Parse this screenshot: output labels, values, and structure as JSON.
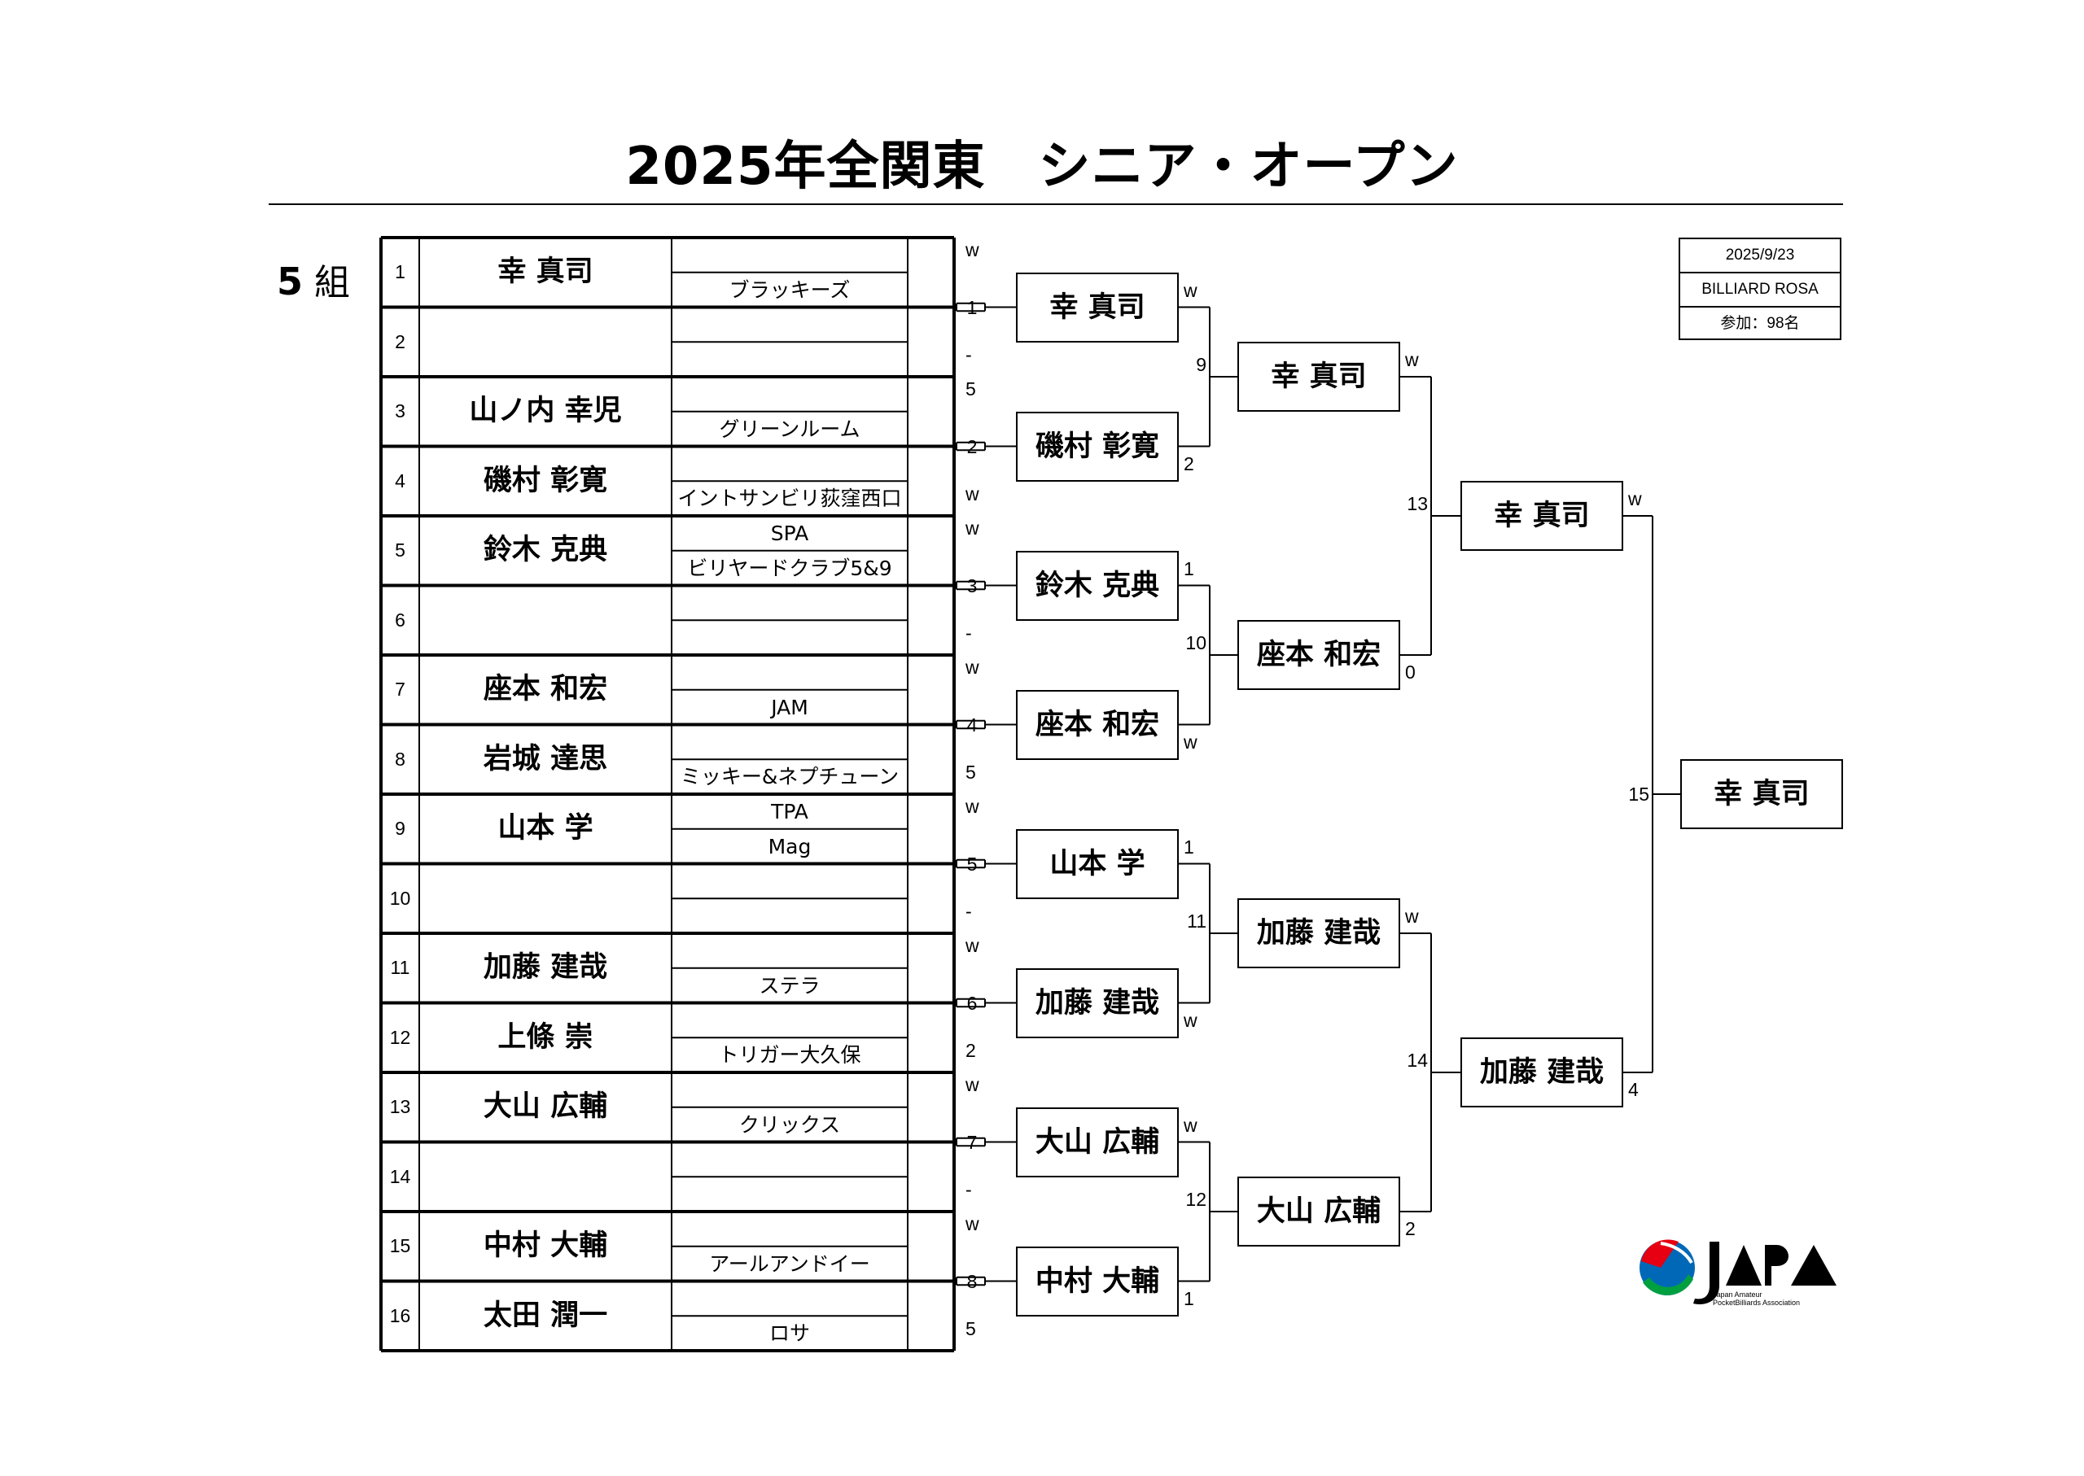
{
  "title": "2025年全関東　シニア・オープン",
  "group": {
    "number": "5",
    "label": "組"
  },
  "info": {
    "date": "2025/9/23",
    "venue": "BILLIARD ROSA",
    "participants": "参加：98名"
  },
  "entries": [
    {
      "seed": "1",
      "name": "幸 真司",
      "team1": "",
      "team2": "ブラッキーズ",
      "score": "w"
    },
    {
      "seed": "2",
      "name": "",
      "team1": "",
      "team2": "",
      "score": "-"
    },
    {
      "seed": "3",
      "name": "山ノ内 幸児",
      "team1": "",
      "team2": "グリーンルーム",
      "score": "5"
    },
    {
      "seed": "4",
      "name": "磯村 彰寛",
      "team1": "",
      "team2": "イントサンビリ荻窪西口",
      "score": "w"
    },
    {
      "seed": "5",
      "name": "鈴木 克典",
      "team1": "SPA",
      "team2": "ビリヤードクラブ5&9",
      "score": "w"
    },
    {
      "seed": "6",
      "name": "",
      "team1": "",
      "team2": "",
      "score": "-"
    },
    {
      "seed": "7",
      "name": "座本 和宏",
      "team1": "",
      "team2": "JAM",
      "score": "w"
    },
    {
      "seed": "8",
      "name": "岩城 達思",
      "team1": "",
      "team2": "ミッキー&ネプチューン",
      "score": "5"
    },
    {
      "seed": "9",
      "name": "山本 学",
      "team1": "TPA",
      "team2": "Mag",
      "score": "w"
    },
    {
      "seed": "10",
      "name": "",
      "team1": "",
      "team2": "",
      "score": "-"
    },
    {
      "seed": "11",
      "name": "加藤 建哉",
      "team1": "",
      "team2": "ステラ",
      "score": "w"
    },
    {
      "seed": "12",
      "name": "上條 崇",
      "team1": "",
      "team2": "トリガー大久保",
      "score": "2"
    },
    {
      "seed": "13",
      "name": "大山 広輔",
      "team1": "",
      "team2": "クリックス",
      "score": "w"
    },
    {
      "seed": "14",
      "name": "",
      "team1": "",
      "team2": "",
      "score": "-"
    },
    {
      "seed": "15",
      "name": "中村 大輔",
      "team1": "",
      "team2": "アールアンドイー",
      "score": "w"
    },
    {
      "seed": "16",
      "name": "太田 潤一",
      "team1": "",
      "team2": "ロサ",
      "score": "5"
    }
  ],
  "round1": [
    {
      "match": "1",
      "winner": "幸 真司",
      "score_top": "w",
      "score_bottom": ""
    },
    {
      "match": "2",
      "winner": "磯村 彰寛",
      "score_top": "",
      "score_bottom": "2"
    },
    {
      "match": "3",
      "winner": "鈴木 克典",
      "score_top": "1",
      "score_bottom": ""
    },
    {
      "match": "4",
      "winner": "座本 和宏",
      "score_top": "",
      "score_bottom": "w"
    },
    {
      "match": "5",
      "winner": "山本 学",
      "score_top": "1",
      "score_bottom": ""
    },
    {
      "match": "6",
      "winner": "加藤 建哉",
      "score_top": "",
      "score_bottom": "w"
    },
    {
      "match": "7",
      "winner": "大山 広輔",
      "score_top": "w",
      "score_bottom": ""
    },
    {
      "match": "8",
      "winner": "中村 大輔",
      "score_top": "",
      "score_bottom": "1"
    }
  ],
  "round2": [
    {
      "match": "9",
      "winner": "幸 真司",
      "score_top": "w",
      "score_bottom": ""
    },
    {
      "match": "10",
      "winner": "座本 和宏",
      "score_top": "",
      "score_bottom": "0"
    },
    {
      "match": "11",
      "winner": "加藤 建哉",
      "score_top": "w",
      "score_bottom": ""
    },
    {
      "match": "12",
      "winner": "大山 広輔",
      "score_top": "",
      "score_bottom": "2"
    }
  ],
  "round3": [
    {
      "match": "13",
      "winner": "幸 真司",
      "score_top": "w",
      "score_bottom": ""
    },
    {
      "match": "14",
      "winner": "加藤 建哉",
      "score_top": "",
      "score_bottom": "4"
    }
  ],
  "final": {
    "match": "15",
    "winner": "幸 真司"
  },
  "logo": {
    "name": "jpa-logo",
    "text": "JAPA",
    "caption1": "Japan Amateur",
    "caption2": "PocketBilliards Association",
    "colors": [
      "#e60012",
      "#0068b7",
      "#00a040",
      "#000000"
    ]
  }
}
